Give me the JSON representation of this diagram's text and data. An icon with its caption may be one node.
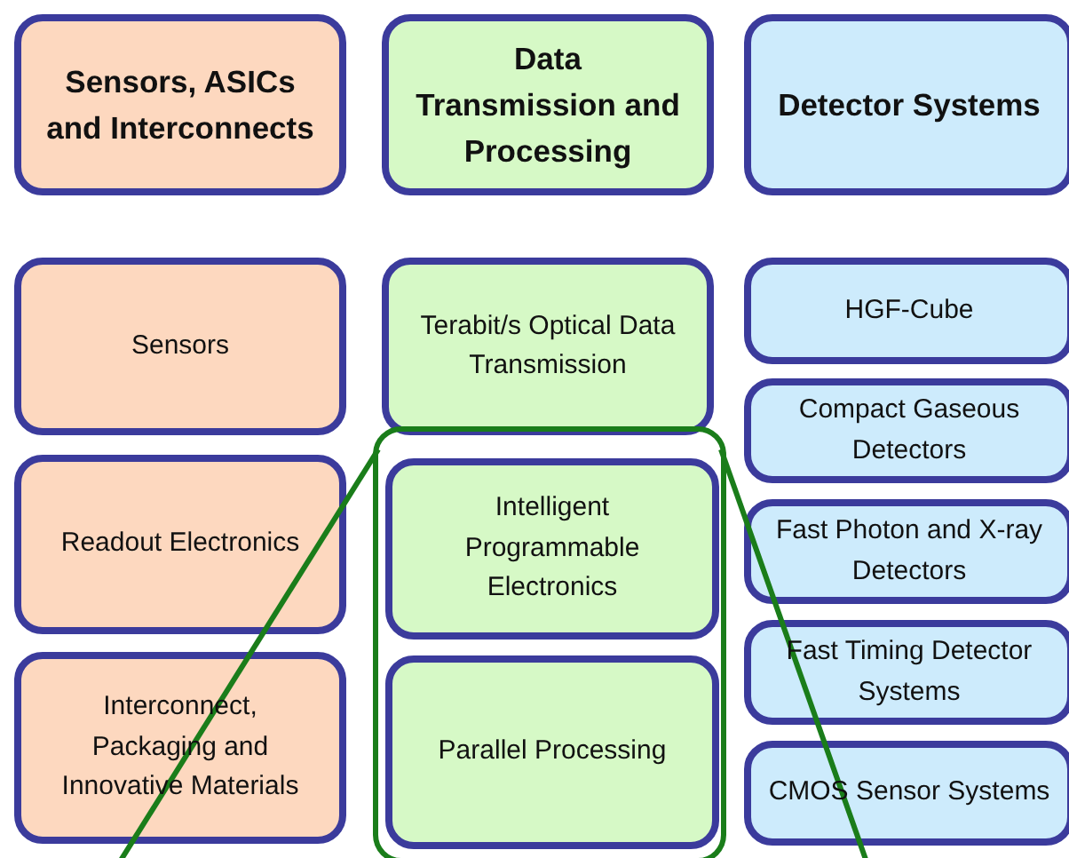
{
  "diagram": {
    "nodes": [
      {
        "text": [
          "Sensors, ASICs and Interconnects"
        ]
      },
      {
        "text": [
          "Data Transmission and Processing"
        ]
      },
      {
        "text": [
          "Detector Systems"
        ]
      },
      {
        "text": [
          "Sensors"
        ]
      },
      {
        "text": [
          "Readout Electronics"
        ]
      },
      {
        "text": [
          "Interconnect, Packaging and Innovative Materials"
        ]
      },
      {
        "text": [
          "Terabit/s Optical Data Transmission"
        ]
      },
      {
        "text": [],
        "shape": "box"
      },
      {
        "text": [
          "Intelligent Programmable Electronics"
        ],
        "in": 7
      },
      {
        "text": [
          "Parallel Processing"
        ],
        "in": 7
      },
      {
        "text": [
          "HGF-Cube"
        ]
      },
      {
        "text": [
          "Compact Gaseous Detectors"
        ]
      },
      {
        "text": [
          "Fast Photon and X-ray Detectors"
        ]
      },
      {
        "text": [
          "Fast Timing Detector Systems"
        ]
      },
      {
        "text": [
          "CMOS Sensor Systems"
        ]
      }
    ],
    "edges": [
      {
        "from": 7,
        "to": null,
        "arrow": "none"
      },
      {
        "from": 7,
        "to": null,
        "arrow": "none"
      }
    ]
  }
}
